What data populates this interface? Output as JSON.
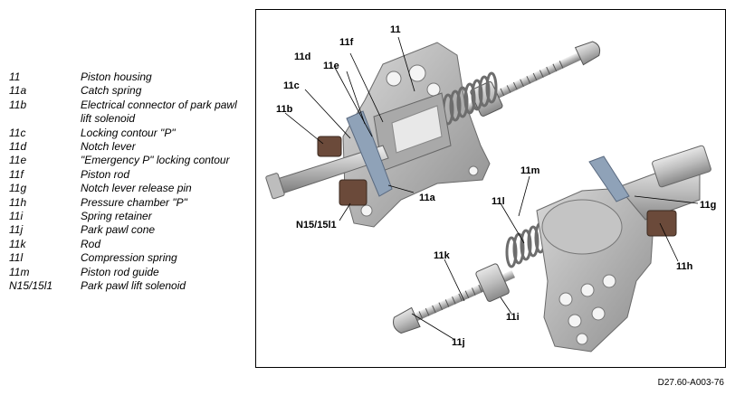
{
  "legend": [
    {
      "code": "11",
      "desc": "Piston housing"
    },
    {
      "code": "11a",
      "desc": "Catch spring"
    },
    {
      "code": "11b",
      "desc": "Electrical connector of park pawl lift solenoid"
    },
    {
      "code": "11c",
      "desc": "Locking contour \"P\""
    },
    {
      "code": "11d",
      "desc": "Notch lever"
    },
    {
      "code": "11e",
      "desc": "\"Emergency P\" locking contour"
    },
    {
      "code": "11f",
      "desc": "Piston rod"
    },
    {
      "code": "11g",
      "desc": "Notch lever release pin"
    },
    {
      "code": "11h",
      "desc": "Pressure chamber \"P\""
    },
    {
      "code": "11i",
      "desc": "Spring retainer"
    },
    {
      "code": "11j",
      "desc": "Park pawl cone"
    },
    {
      "code": "11k",
      "desc": "Rod"
    },
    {
      "code": "11l",
      "desc": "Compression spring"
    },
    {
      "code": "11m",
      "desc": "Piston rod guide"
    },
    {
      "code": "N15/15l1",
      "desc": "Park pawl lift solenoid"
    }
  ],
  "callouts": {
    "c11": "11",
    "c11f": "11f",
    "c11d": "11d",
    "c11e": "11e",
    "c11c": "11c",
    "c11b": "11b",
    "c11a": "11a",
    "cN15": "N15/15l1",
    "c11m": "11m",
    "c11g": "11g",
    "c11l": "11l",
    "c11h": "11h",
    "c11k": "11k",
    "c11i": "11i",
    "c11j": "11j"
  },
  "reference_code": "D27.60-A003-76",
  "colors": {
    "metal": "#c9c9c9",
    "metal_dark": "#8d8d8d",
    "blue_part": "#8fa2b8",
    "solenoid_brown": "#6b4a3a"
  }
}
